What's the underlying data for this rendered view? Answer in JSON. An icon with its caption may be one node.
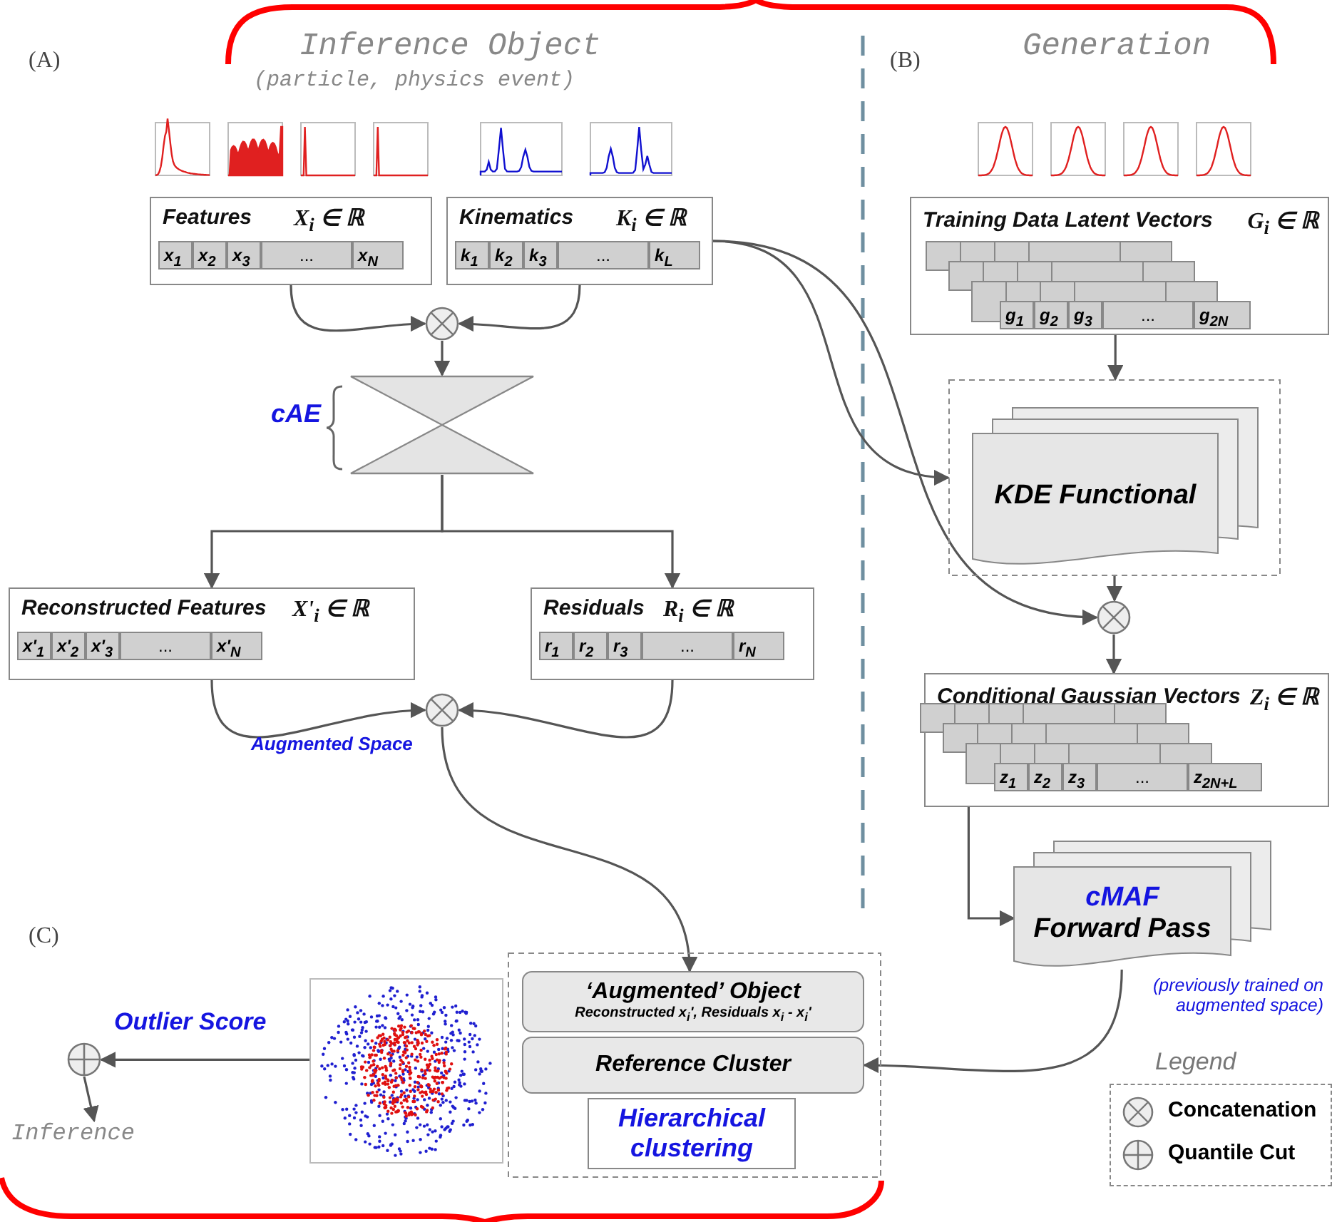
{
  "diagram": {
    "nodes": [
      {
        "text": [
          "Features",
          "X$_{i}$ ∈ ℝ",
          "x$_{1}$",
          "x$_{2}$",
          "x$_{3}$",
          "...",
          "x$_{N}$"
        ]
      },
      {
        "text": [
          "Kinematics",
          "K$_{i}$ ∈ ℝ",
          "k$_{1}$",
          "k$_{2}$",
          "k$_{3}$",
          "...",
          "k$_{L}$"
        ]
      },
      {
        "text": [],
        "shape": "circle"
      },
      {
        "text": [],
        "shape": "hourglass",
        "beside": [
          "cAE"
        ]
      },
      {
        "text": [
          "Reconstructed Features",
          "X'$_{i}$ ∈ ℝ",
          "x'$_{1}$",
          "x'$_{2}$",
          "x'$_{3}$",
          "...",
          "x'$_{N}$"
        ]
      },
      {
        "text": [
          "Residuals",
          "R$_{i}$ ∈ ℝ",
          "r$_{1}$",
          "r$_{2}$",
          "r$_{3}$",
          "...",
          "r$_{N}$"
        ]
      },
      {
        "text": [],
        "shape": "circle",
        "beside": [
          "Augmented Space"
        ]
      },
      {
        "text": [
          "Training Data Latent Vectors",
          "G$_{i}$ ∈ ℝ",
          "g$_{1}$",
          "g$_{2}$",
          "g$_{3}$",
          "...",
          "g$_{2N}$"
        ]
      },
      {
        "text": [],
        "shape": "box"
      },
      {
        "text": [
          "KDE Functional"
        ],
        "in": 8
      },
      {
        "text": [],
        "shape": "circle"
      },
      {
        "text": [
          "Conditional Gaussian Vectors",
          "Z$_{i}$ ∈ ℝ",
          "z$_{1}$",
          "z$_{2}$",
          "z$_{3}$",
          "...",
          "z$_{2N+L}$"
        ]
      },
      {
        "text": [
          "cMAF",
          "Forward Pass"
        ],
        "beside": [
          "(previously trained on augmented space)"
        ]
      },
      {
        "text": [],
        "shape": "box"
      },
      {
        "text": [
          "‘Augmented’ Object",
          "Reconstructed x$_{i}$', Residuals x$_{i}$ - x$_{i}$'"
        ],
        "in": 13
      },
      {
        "text": [
          "Reference Cluster"
        ],
        "in": 13
      },
      {
        "text": [
          "Hierarchical clustering"
        ],
        "in": 13
      },
      {
        "text": [],
        "shape": "picture"
      },
      {
        "text": [],
        "shape": "circle"
      },
      {
        "text": [
          "Inference"
        ]
      }
    ],
    "edges": [
      {
        "from": 0,
        "to": 2,
        "arrow": "to"
      },
      {
        "from": 1,
        "to": 2,
        "arrow": "to"
      },
      {
        "from": 2,
        "to": 3,
        "arrow": "to"
      },
      {
        "from": 3,
        "to": 4,
        "arrow": "to"
      },
      {
        "from": 3,
        "to": 5,
        "arrow": "to"
      },
      {
        "from": 4,
        "to": 6,
        "arrow": "to"
      },
      {
        "from": 5,
        "to": 6,
        "arrow": "to"
      },
      {
        "from": 6,
        "to": 14,
        "arrow": "to"
      },
      {
        "from": 1,
        "to": 8,
        "arrow": "to"
      },
      {
        "from": 1,
        "to": 10,
        "arrow": "to"
      },
      {
        "from": 7,
        "to": 8,
        "arrow": "to"
      },
      {
        "from": 8,
        "to": 10,
        "arrow": "to"
      },
      {
        "from": 10,
        "to": 11,
        "arrow": "to"
      },
      {
        "from": 11,
        "to": 12,
        "arrow": "to"
      },
      {
        "from": 12,
        "to": 15,
        "arrow": "to"
      },
      {
        "from": 17,
        "to": 18,
        "arrow": "to",
        "label": "Outlier Score"
      },
      {
        "from": 18,
        "to": 19,
        "arrow": "to"
      }
    ],
    "labels": [
      "(A)",
      "Inference Object",
      "(particle, physics event)",
      "(B)",
      "Generation",
      "(C)",
      "Legend"
    ],
    "legend": [
      {
        "text": "Concatenation"
      },
      {
        "text": "Quantile Cut"
      }
    ]
  }
}
